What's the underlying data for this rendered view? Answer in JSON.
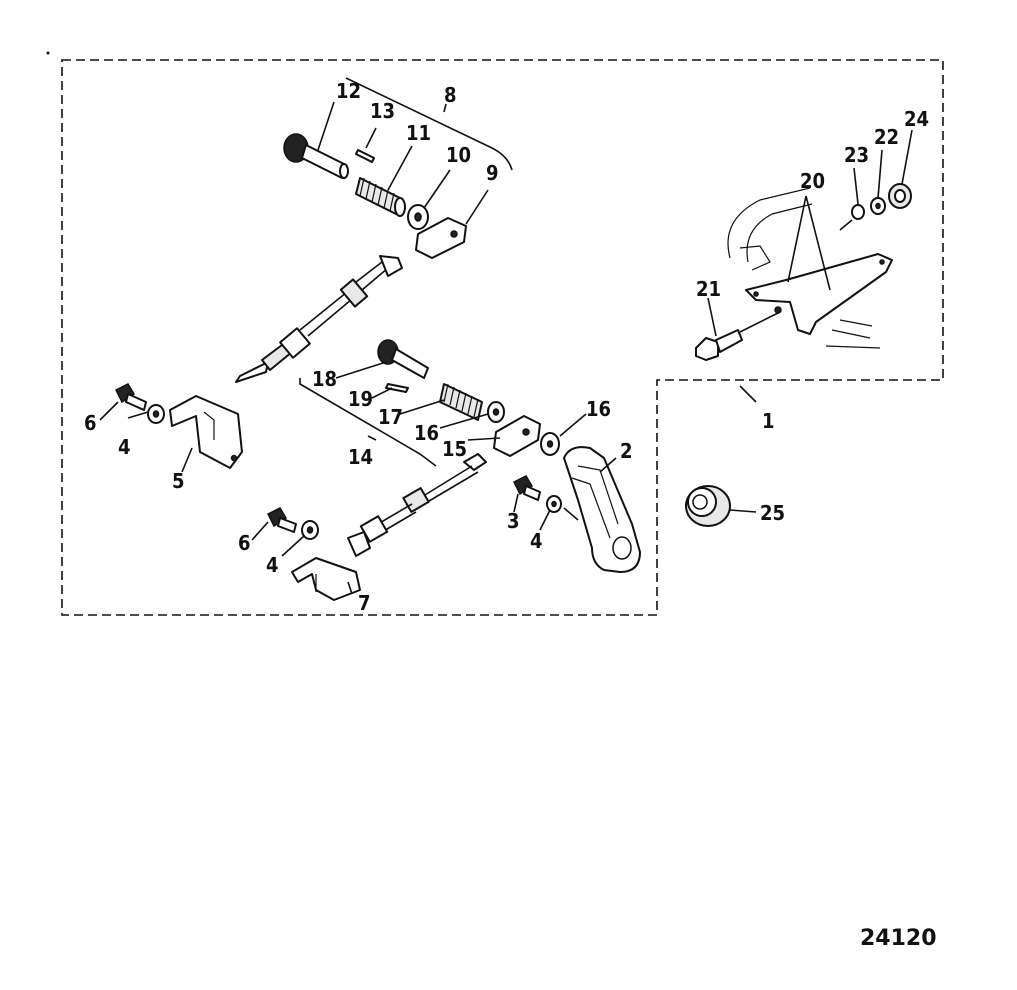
{
  "diagram": {
    "figure_number": "24120",
    "callouts": {
      "c1": "1",
      "c2": "2",
      "c3": "3",
      "c4a": "4",
      "c4b": "4",
      "c4c": "4",
      "c5": "5",
      "c6a": "6",
      "c6b": "6",
      "c7": "7",
      "c8": "8",
      "c9": "9",
      "c10": "10",
      "c11": "11",
      "c12": "12",
      "c13": "13",
      "c14": "14",
      "c15": "15",
      "c16a": "16",
      "c16b": "16",
      "c17": "17",
      "c18": "18",
      "c19": "19",
      "c20": "20",
      "c21": "21",
      "c22": "22",
      "c23": "23",
      "c24": "24",
      "c25": "25"
    }
  }
}
